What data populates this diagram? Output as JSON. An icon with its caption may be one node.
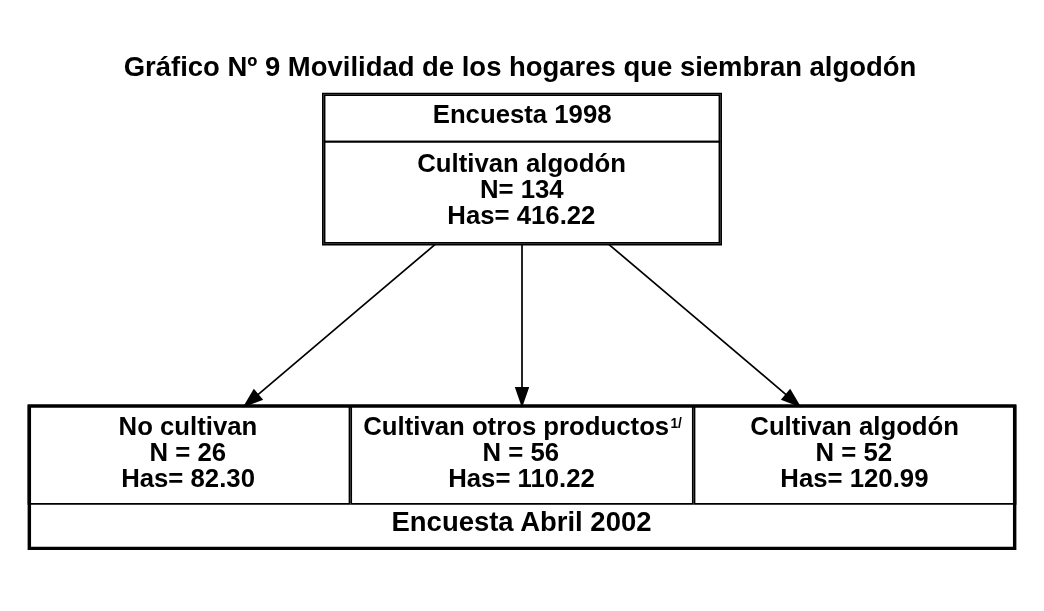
{
  "diagram": {
    "title": "Gráfico Nº 9 Movilidad de los hogares que siembran algodón",
    "nodes": [
      {
        "text": [
          "Encuesta 1998",
          "Cultivan algodón",
          "N= 134",
          "Has= 416.22"
        ]
      },
      {
        "text": [
          "Encuesta Abril 2002"
        ]
      },
      {
        "text": [
          "Cultivan algodón",
          "N = 52",
          "Has= 120.99"
        ],
        "in": 1
      },
      {
        "text": [
          "Cultivan otros productos$^{1/}$",
          "N = 56",
          "Has= 110.22"
        ],
        "in": 1
      },
      {
        "text": [
          "No cultivan",
          "N = 26",
          "Has= 82.30"
        ],
        "in": 1
      }
    ],
    "edges": [
      {
        "from": 0,
        "to": 2,
        "arrow": "to"
      },
      {
        "from": 0,
        "to": 3,
        "arrow": "to"
      },
      {
        "from": 0,
        "to": 4,
        "arrow": "to"
      }
    ]
  }
}
